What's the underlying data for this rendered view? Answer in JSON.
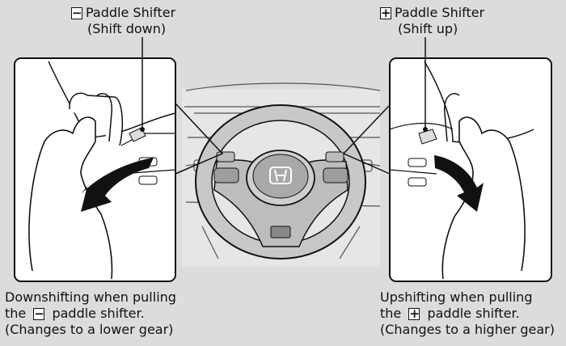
{
  "labels": {
    "left": {
      "symbol": "−",
      "title": "Paddle Shifter",
      "sub": "(Shift down)"
    },
    "right": {
      "symbol": "+",
      "title": "Paddle Shifter",
      "sub": "(Shift up)"
    }
  },
  "captions": {
    "left": {
      "line1": "Downshifting when pulling",
      "line2_pre": "the",
      "symbol": "−",
      "line2_post": "paddle shifter.",
      "line3": "(Changes to a lower gear)"
    },
    "right": {
      "line1": "Upshifting when pulling",
      "line2_pre": "the",
      "symbol": "+",
      "line2_post": "paddle shifter.",
      "line3": "(Changes to a higher gear)"
    }
  },
  "colors": {
    "background": "#dcdcdc",
    "panel": "#ffffff",
    "line": "#111111",
    "arrow": "#111111",
    "logo": "#ffffff"
  },
  "icons": [
    "steering-wheel",
    "left-hand",
    "right-hand",
    "down-arrow",
    "up-arrow",
    "honda-logo"
  ]
}
